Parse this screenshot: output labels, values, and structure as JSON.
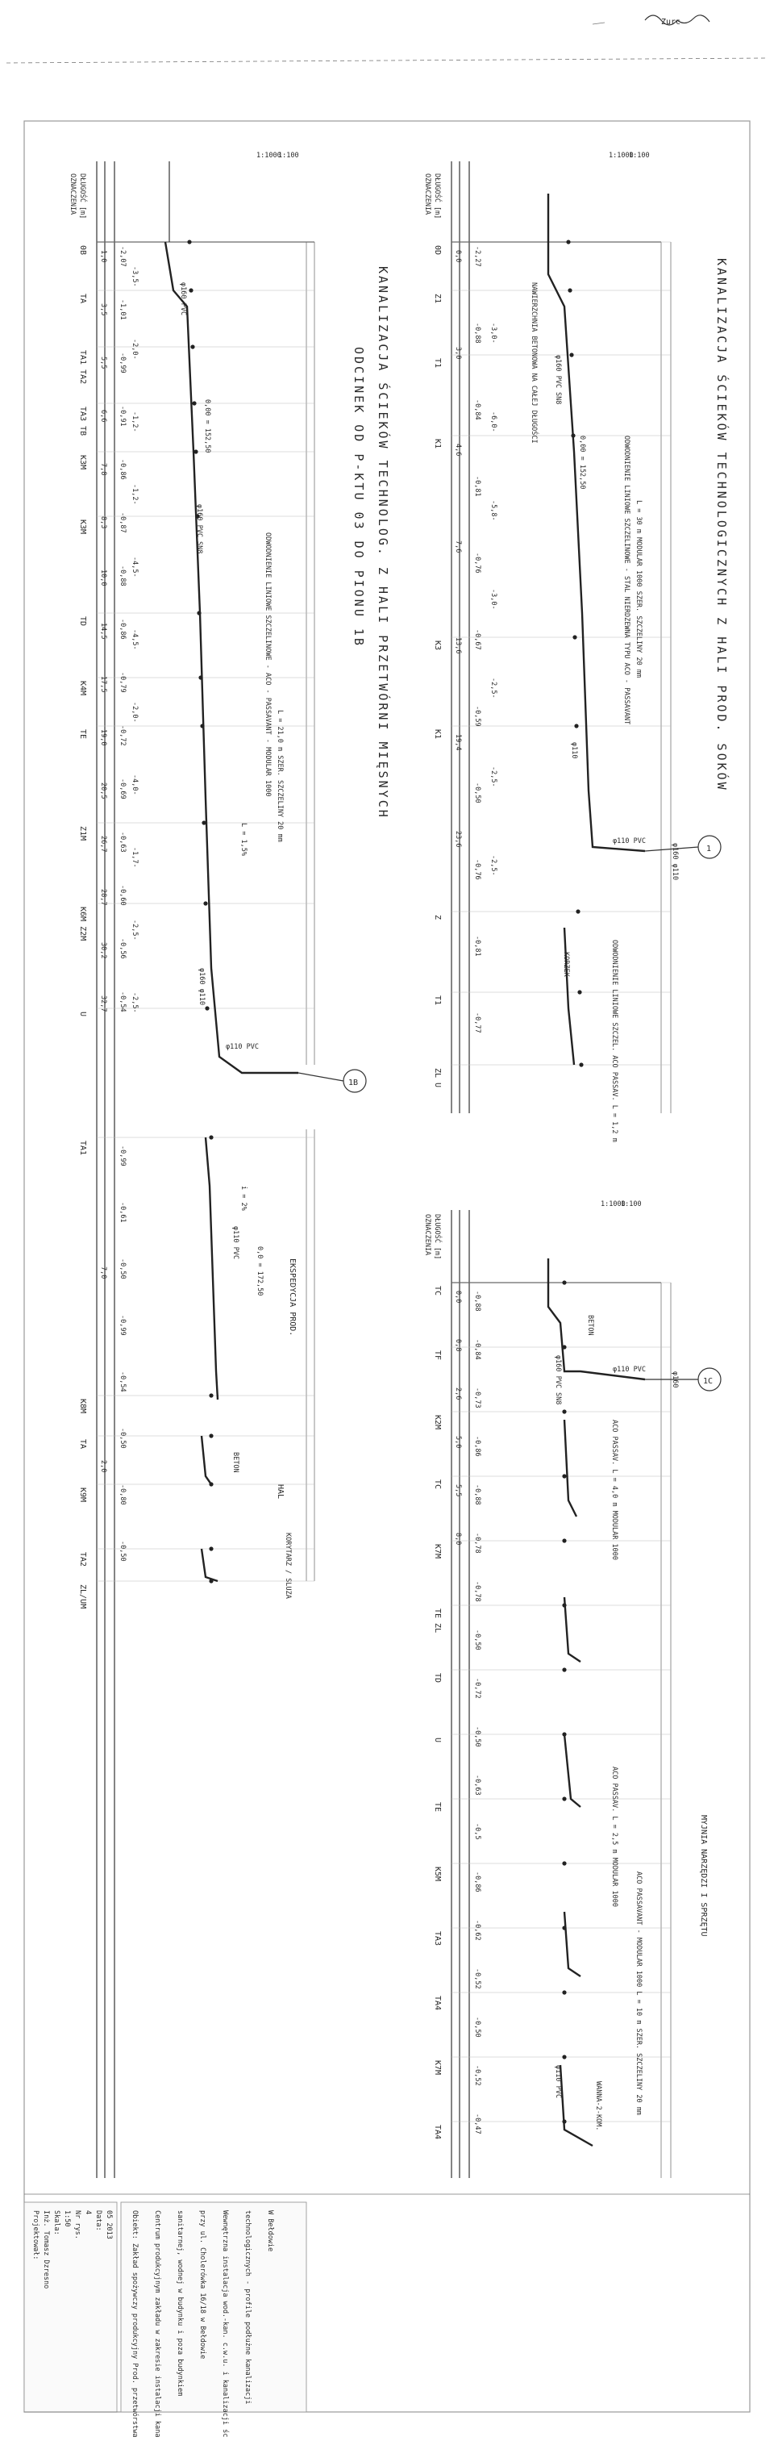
{
  "drawing": {
    "scale_label": "1:100",
    "scale_label_v": "1:1000",
    "header_flow_label": "DŁUGOŚĆ [m]",
    "header_mark_label": "OZNACZENIA",
    "titles": {
      "section1": "KANALIZACJA ŚCIEKÓW TECHNOLOGICZNYCH Z HALI PROD. SOKÓW",
      "section1b_a": "KANALIZACJA ŚCIEKÓW TECHNOLOG. Z HALI PRZETWÓRNI MIĘSNYCH",
      "section1b_b": "ODCINEK OD P-KTU 03 DO PIONU 1B",
      "eksp": "EKSPEDYCJA PROD.",
      "hal": "HAL",
      "korytarz": "KORYTARZ / SLUZA",
      "mycie": "MYJNIA NARZĘDZI I SPRZĘTU"
    },
    "circles": [
      "1",
      "1B",
      "1C"
    ],
    "stations_top": [
      "0B",
      "TA",
      "TA1 TA2",
      "TA3 TB",
      "K3M",
      "K3M",
      "TD",
      "K4M",
      "TE",
      "Z1M",
      "K6M Z2M",
      "U"
    ],
    "stations_bottom": [
      "TA1",
      "K8M",
      "TA",
      "K9M",
      "TA2",
      "ZL/UM"
    ],
    "stations_right": [
      "0D",
      "Z1",
      "T1",
      "K1",
      "K3",
      "K1",
      "Z",
      "T1",
      "ZL U"
    ],
    "stations_c": [
      "TC",
      "TF",
      "K2M",
      "TC",
      "K7M",
      "TE ZL",
      "TD",
      "U",
      "TE",
      "K5M",
      "TA3",
      "TA4",
      "K7M",
      "TA4"
    ],
    "levels_top": [
      "-2,07",
      "-1,01",
      "-0,99",
      "-0,91",
      "-0,86",
      "-0,87",
      "-0,88",
      "-0,86",
      "-0,79",
      "-0,72",
      "-0,69",
      "-0,63",
      "-0,60",
      "-0,56",
      "-0,54"
    ],
    "levels_right": [
      "-2,27",
      "-0,88",
      "-0,84",
      "-0,81",
      "-0,76",
      "-0,67",
      "-0,59",
      "-0,50",
      "-0,76",
      "-0,81",
      "-0,77"
    ],
    "levels_c": [
      "-0,88",
      "-0,84",
      "-0,73",
      "-0,86",
      "-0,88",
      "-0,78",
      "-0,78",
      "-0,50",
      "-0,72",
      "-0,50",
      "-0,63",
      "-0,5",
      "-0,86",
      "-0,62",
      "-0,52",
      "-0,50",
      "-0,52",
      "-0,47"
    ],
    "levels_eksp": [
      "-0,99",
      "-0,61",
      "-0,50",
      "-0,99",
      "-0,54",
      "-0,50",
      "-0,80",
      "-0,50"
    ],
    "segments": [
      "-3,5-",
      "-2,0-",
      "-1,2-",
      "-1,2-",
      "-4,5-",
      "-4,5-",
      "-2,0-",
      "-4,0-",
      "-1,7-",
      "-2,5-",
      "-2,5-",
      "7,0",
      "2,0"
    ],
    "segments_right": [
      "-3,0-",
      "-6,0-",
      "-5,8-",
      "-3,0-",
      "-2,5-",
      "-2,5-",
      "-2,5-"
    ],
    "lengths_top": [
      "1,0",
      "3,5",
      "5,5",
      "6,6",
      "7,8",
      "8,3",
      "10,0",
      "14,5",
      "17,5",
      "19,0",
      "20,5",
      "26,7",
      "28,7",
      "30,2",
      "32,7"
    ],
    "lengths_right": [
      "0,0",
      "3,0",
      "4,6",
      "7,6",
      "13,6",
      "19,4",
      "23,6"
    ],
    "lengths_c": [
      "0,0",
      "0,8",
      "2,6",
      "5,0",
      "5,5",
      "8,0"
    ],
    "pipes": [
      "φ160 PVC",
      "φ110 PVC",
      "φ110",
      "φ160 φ110",
      "φ160",
      "φ160 PVC SN8",
      "φ110 PVC SN8",
      "φ110 PVC"
    ],
    "notes": {
      "n1": "ODWODNIENIE LINIOWE SZCZELINOWE - ACO - PASSAVANT - MODULAR 1000",
      "n1b": "L = 21,0 m  SZER. SZCZELINY 20 mm",
      "n2": "ODWODNIENIE LINIOWE SZCZELINOWE - STAL NIERDZEWNA TYPU ACO - PASSAVANT",
      "n2b": "L = 30 m  MODULAR 1000  SZER. SZCZELINY 20 mm",
      "n3": "NAWIERZCHNIA BETONOWA NA CAŁEJ DŁUGOŚCI",
      "n4": "ODWODNIENIE LINIOWE SZCZEL. ACO PASSAV. L = 1,2 m",
      "n5": "ACO PASSAV. L = 4,0 m MODULAR 1000",
      "n6": "ACO PASSAV. L = 2,5 m MODULAR 1000",
      "n7": "ACO PASSAVANT - MODULAR 1000  L = 10 m  SZER. SZCZELINY 20 mm",
      "n8": "WANNA-2-KOM.",
      "n9": "BETON",
      "n10": "KORZEK",
      "n11": "0,00 = 152,50",
      "n12": "0,0 = 172,50",
      "n13": "L = 1,5%",
      "n14": "i = 2%"
    },
    "stamp": {
      "l1": "Obiekt: Zakład spożywczy produkcyjny Prod. przetwórstwa w",
      "l2": "Centrum produkcyjnym zakładu w zakresie instalacji kanalizacyjnej technologicznej",
      "l3": "sanitarnej, wodnej w budynku i poza budynkiem",
      "l4": "przy ul. Cholerówka 16/18 w Bełdowie",
      "l5": "Wewnętrzna instalacja wod.-kan. c.w.u. i kanalizacji ścieków",
      "l6": "technologicznych - profile podłużne kanalizacji",
      "l7": "W Bełdowie",
      "l8": "Projektował:",
      "l9": "Inż. Tomasz Dzresno",
      "l10": "Skala:",
      "l11": "1:50",
      "l12": "Nr rys.",
      "l13": "4",
      "l14": "Data:",
      "l15": "05 2013"
    },
    "signature": "Zurc"
  }
}
